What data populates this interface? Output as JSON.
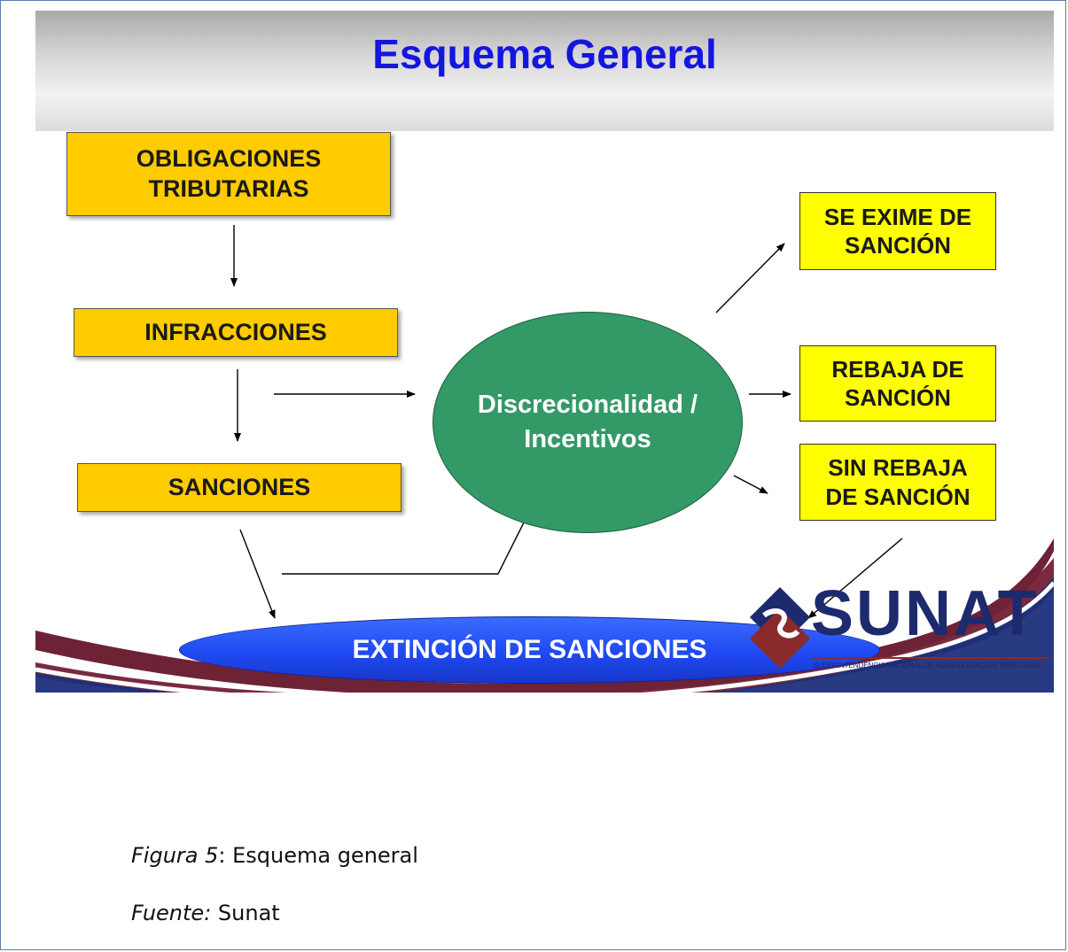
{
  "title": "Esquema General",
  "boxes": {
    "obligaciones": "OBLIGACIONES\nTRIBUTARIAS",
    "infracciones": "INFRACCIONES",
    "sanciones": "SANCIONES",
    "se_exime": "SE EXIME DE\nSANCIÓN",
    "rebaja": "REBAJA DE\nSANCIÓN",
    "sin_rebaja": "SIN REBAJA\nDE SANCIÓN"
  },
  "discrecionalidad": "Discrecionalidad /\nIncentivos",
  "extincion": "EXTINCIÓN DE SANCIONES",
  "logo": {
    "name": "SUNAT",
    "subtitle": "SUPERINTENDENCIA NACIONAL DE ADMINISTRACION TRIBUTARIA"
  },
  "caption": {
    "figure_label": "Figura 5",
    "figure_text": ": Esquema general",
    "source_label": "Fuente:",
    "source_text": " Sunat"
  },
  "colors": {
    "title": "#1515e0",
    "orange_box": "#ffcc00",
    "yellow_box": "#ffff00",
    "green_ellipse": "#339966",
    "blue_ellipse": "#1f49f2",
    "swoosh_maroon": "#6e2236",
    "swoosh_navy": "#1a2a6e"
  }
}
